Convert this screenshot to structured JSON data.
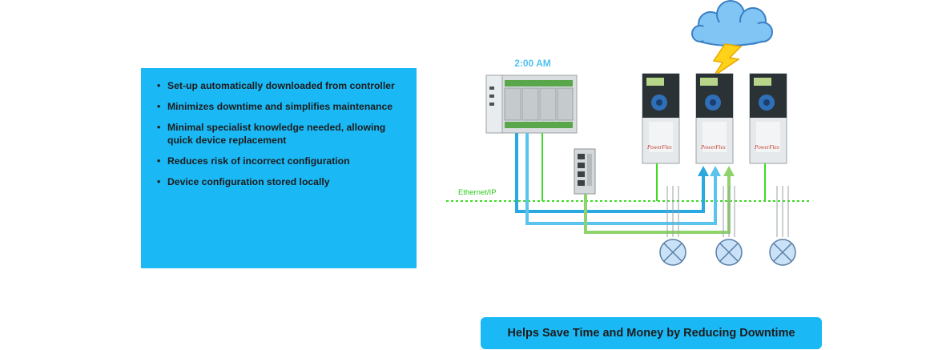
{
  "benefits": [
    {
      "text": "Set-up automatically downloaded  from controller"
    },
    {
      "text": "Minimizes downtime and simplifies maintenance"
    },
    {
      "text": "Minimal specialist knowledge needed, allowing quick device replacement"
    },
    {
      "text": "Reduces risk of incorrect configuration"
    },
    {
      "text": "Device configuration stored locally"
    }
  ],
  "diagram": {
    "time": "2:00 AM",
    "network_label": "Ethernet/IP",
    "drive_brand": "PowerFlex"
  },
  "banner_text": "Helps Save Time and Money by Reducing Downtime",
  "colors": {
    "accent_blue": "#1ab8f5",
    "ethernet_green": "#2ecc1a",
    "cable_blue": "#2aa8e0",
    "cable_green": "#8ed36b",
    "cloud": "#7fc4f2",
    "lightning": "#ffd21a"
  }
}
